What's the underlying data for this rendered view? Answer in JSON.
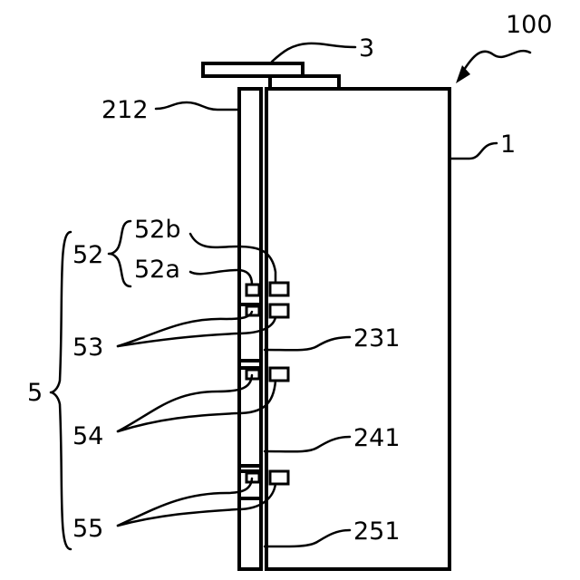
{
  "labels": {
    "assembly": "100",
    "main_body": "1",
    "top_plate": "3",
    "strip": "212",
    "group": "5",
    "sub_group": "52",
    "sub_b": "52b",
    "sub_a": "52a",
    "connector_53": "53",
    "connector_54": "54",
    "connector_55": "55",
    "part_231": "231",
    "part_241": "241",
    "part_251": "251"
  }
}
